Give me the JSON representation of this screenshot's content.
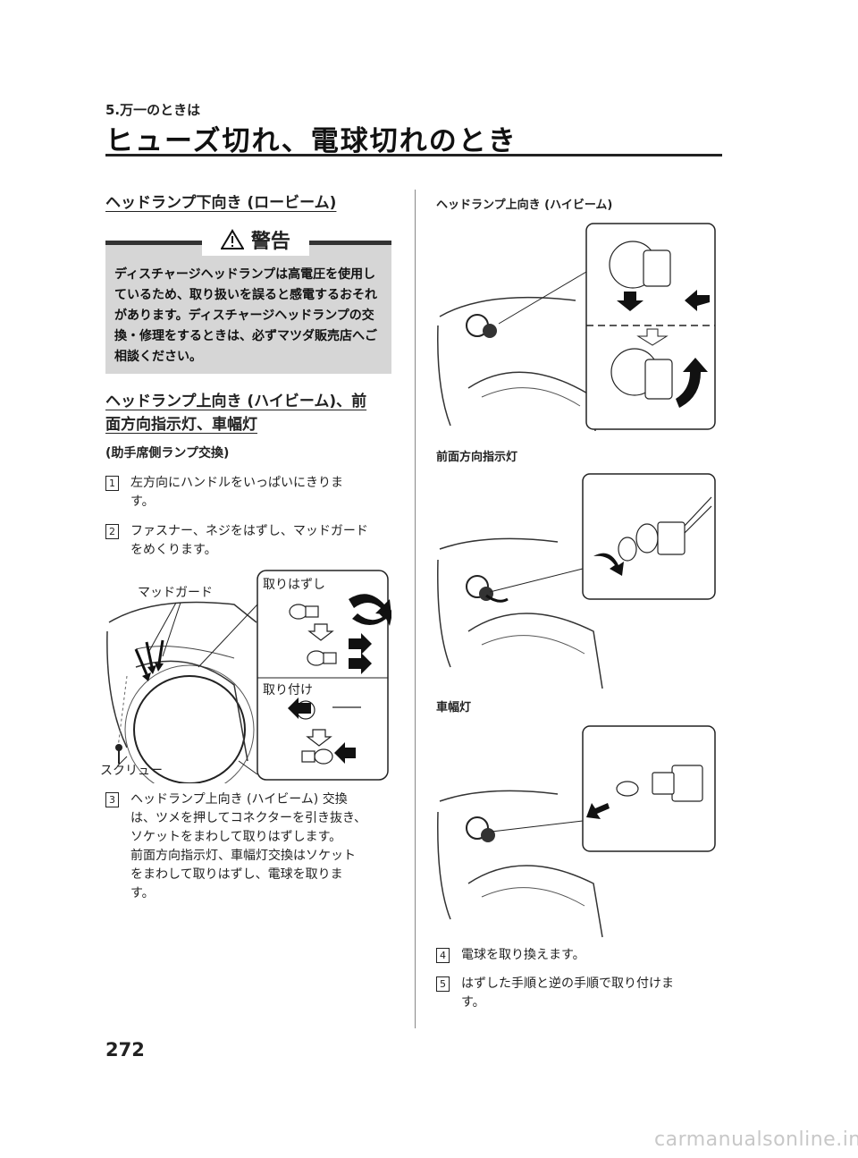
{
  "header": {
    "chapter": "5.万一のときは",
    "title": "ヒューズ切れ、電球切れのとき"
  },
  "left": {
    "section1_title": "ヘッドランプ下向き (ロービーム)",
    "warning": {
      "label": "警告",
      "text": "ディスチャージヘッドランプは高電圧を使用しているため、取り扱いを誤ると感電するおそれがあります。ディスチャージヘッドランプの交換・修理をするときは、必ずマツダ販売店へご相談ください。"
    },
    "section2_title_line1": "ヘッドランプ上向き (ハイビーム)、前",
    "section2_title_line2": "面方向指示灯、車幅灯",
    "subheading": "(助手席側ランプ交換)",
    "steps": [
      {
        "num": "1",
        "line1": "左方向にハンドルをいっぱいにきりま",
        "line2": "す。"
      },
      {
        "num": "2",
        "line1": "ファスナー、ネジをはずし、マッドガード",
        "line2": "をめくります。"
      }
    ],
    "figure": {
      "label_mudguard": "マッドガード",
      "label_remove": "取りはずし",
      "label_install": "取り付け",
      "label_screw": "スクリュー"
    },
    "step3": {
      "num": "3",
      "lines": [
        "ヘッドランプ上向き (ハイビーム) 交換",
        "は、ツメを押してコネクターを引き抜き、",
        "ソケットをまわして取りはずします。",
        "前面方向指示灯、車幅灯交換はソケット",
        "をまわして取りはずし、電球を取りま",
        "す。"
      ]
    }
  },
  "right": {
    "fig1_caption": "ヘッドランプ上向き (ハイビーム)",
    "fig2_caption": "前面方向指示灯",
    "fig3_caption": "車幅灯",
    "steps": [
      {
        "num": "4",
        "line1": "電球を取り換えます。",
        "line2": ""
      },
      {
        "num": "5",
        "line1": "はずした手順と逆の手順で取り付けま",
        "line2": "す。"
      }
    ]
  },
  "page_number": "272",
  "footer": "carmanualsonline.info"
}
